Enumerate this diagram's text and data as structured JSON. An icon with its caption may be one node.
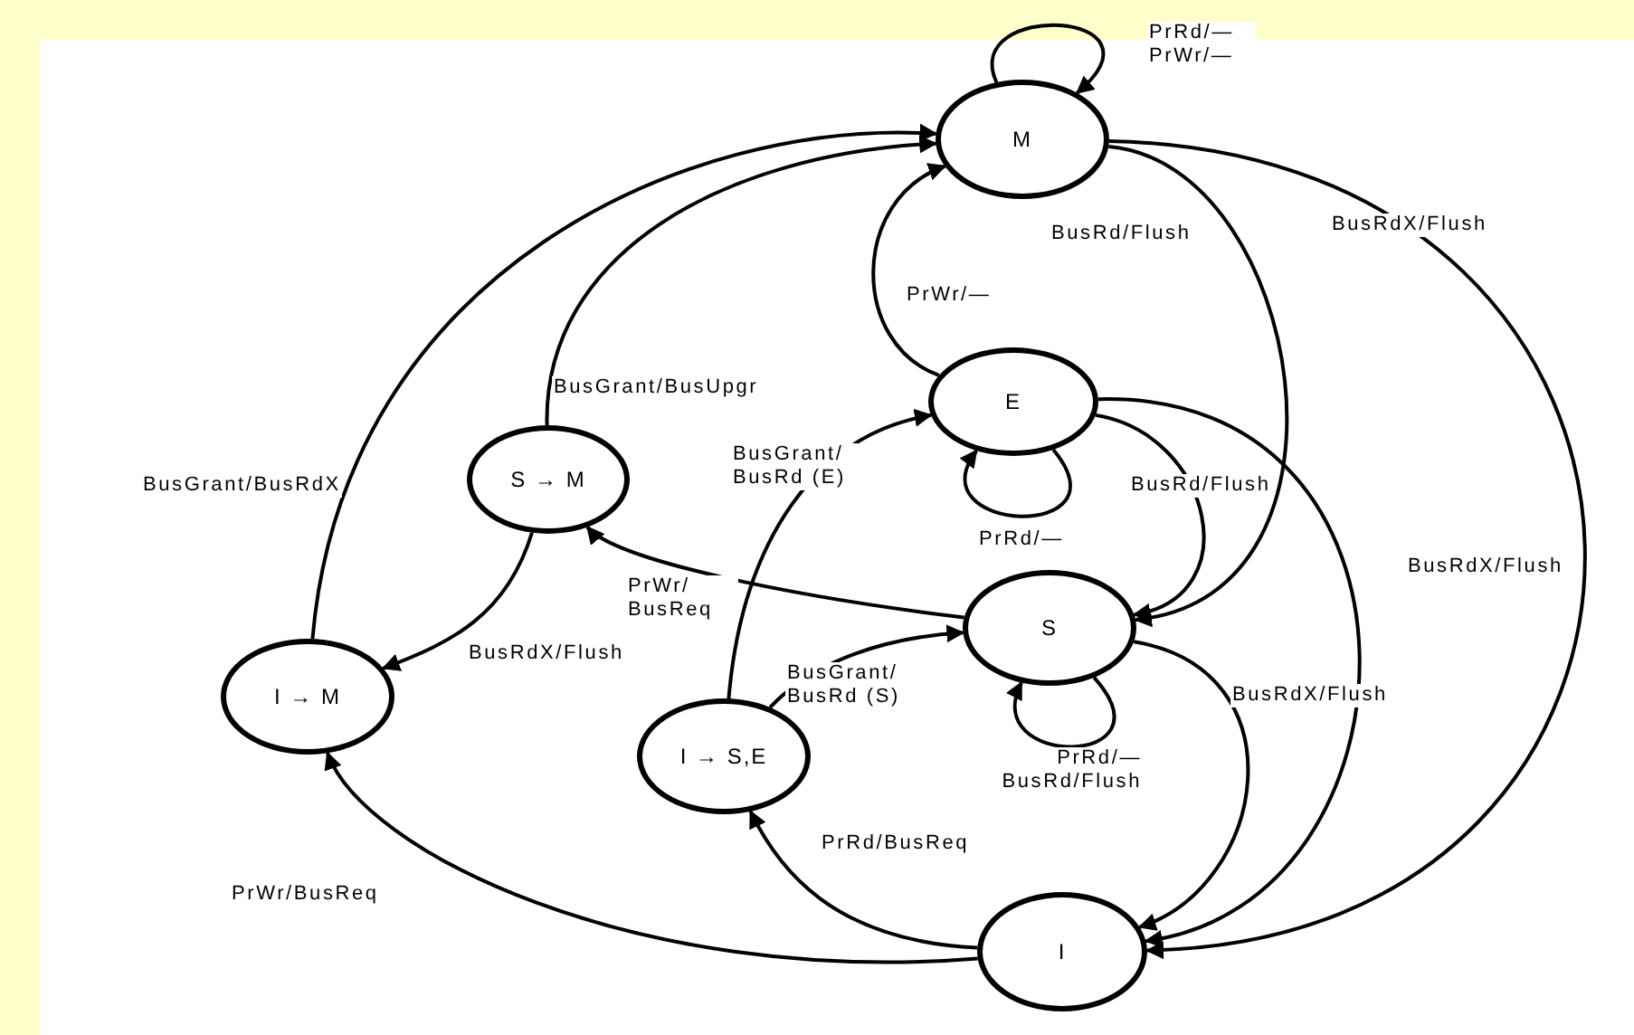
{
  "diagram": {
    "nodes": [
      {
        "text": [
          "M"
        ]
      },
      {
        "text": [
          "E"
        ]
      },
      {
        "text": [
          "S → M"
        ]
      },
      {
        "text": [
          "S"
        ]
      },
      {
        "text": [
          "I → M"
        ]
      },
      {
        "text": [
          "I → S,E"
        ]
      },
      {
        "text": [
          "I"
        ]
      }
    ],
    "edges": [
      {
        "from": 0,
        "to": 0,
        "arrow": "to",
        "label": "PrRd/— PrWr/—"
      },
      {
        "from": 4,
        "to": 0,
        "arrow": "to",
        "label": "BusGrant/BusRdX"
      },
      {
        "from": 2,
        "to": 0,
        "arrow": "to",
        "label": "BusGrant/BusUpgr"
      },
      {
        "from": 1,
        "to": 0,
        "arrow": "to",
        "label": "PrWr/—"
      },
      {
        "from": 0,
        "to": 3,
        "arrow": "to",
        "label": "BusRd/Flush"
      },
      {
        "from": 0,
        "to": 6,
        "arrow": "to",
        "label": "BusRdX/Flush"
      },
      {
        "from": 1,
        "to": 1,
        "arrow": "to",
        "label": "PrRd/—"
      },
      {
        "from": 1,
        "to": 3,
        "arrow": "to",
        "label": "BusRd/Flush"
      },
      {
        "from": 1,
        "to": 6,
        "arrow": "to",
        "label": "BusRdX/Flush"
      },
      {
        "from": 5,
        "to": 1,
        "arrow": "to",
        "label": "BusGrant/ BusRd (E)"
      },
      {
        "from": 5,
        "to": 3,
        "arrow": "to",
        "label": "BusGrant/ BusRd (S)"
      },
      {
        "from": 3,
        "to": 3,
        "arrow": "to",
        "label": "PrRd/— BusRd/Flush"
      },
      {
        "from": 3,
        "to": 6,
        "arrow": "to",
        "label": "BusRdX/Flush"
      },
      {
        "from": 6,
        "to": 5,
        "arrow": "to",
        "label": "PrRd/BusReq"
      },
      {
        "from": 6,
        "to": 4,
        "arrow": "to",
        "label": "PrWr/BusReq"
      },
      {
        "from": 2,
        "to": 4,
        "arrow": "to",
        "label": "BusRdX/Flush"
      },
      {
        "from": 3,
        "to": 2,
        "arrow": "to",
        "label": "PrWr/ BusReq"
      }
    ]
  }
}
